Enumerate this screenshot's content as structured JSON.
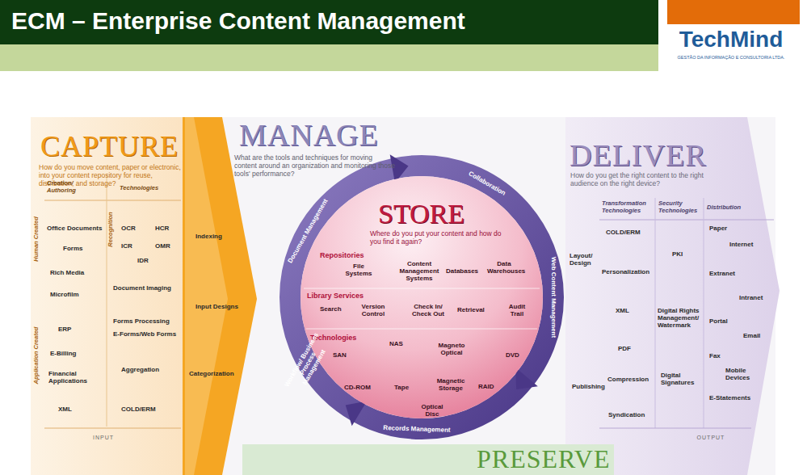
{
  "diagram": {
    "title": "ECM – Enterprise Content Management",
    "nodes": [
      {
        "text": [
          "CAPTURE",
          "How do you move content, paper or electronic, into your content repository for reuse, distribution, and storage?"
        ]
      },
      {
        "text": [
          "Creation/ Authoring",
          "Office Documents",
          "Forms",
          "Rich Media",
          "Microfilm",
          "ERP",
          "E-Billing",
          "Financial Applications",
          "XML"
        ],
        "in": 0
      },
      {
        "text": [
          "Technologies",
          "OCR",
          "HCR",
          "ICR",
          "OMR",
          "IDR",
          "Document Imaging",
          "Forms Processing",
          "E-Forms/Web Forms",
          "Aggregation",
          "COLD/ERM"
        ],
        "in": 0
      },
      {
        "text": [
          "Indexing",
          "Input Designs",
          "Categorization"
        ],
        "in": 0
      },
      {
        "text": [
          "MANAGE",
          "What are the tools and techniques for moving content around an organization and monitoring those tools' performance?"
        ]
      },
      {
        "text": [
          "STORE",
          "Where do you put your content and how do you find it again?"
        ]
      },
      {
        "text": [
          "Repositories",
          "File Systems",
          "Content Management Systems",
          "Databases",
          "Data Warehouses"
        ],
        "in": 5
      },
      {
        "text": [
          "Library Services",
          "Search",
          "Version Control",
          "Check In/ Check Out",
          "Retrieval",
          "Audit Trail"
        ],
        "in": 5
      },
      {
        "text": [
          "Technologies",
          "SAN",
          "NAS",
          "Magneto Optical",
          "DVD",
          "CD-ROM",
          "Tape",
          "Magnetic Storage",
          "RAID",
          "Optical Disc"
        ],
        "in": 5
      },
      {
        "text": [
          "DELIVER",
          "How do you get the right content to the right audience on the right device?"
        ]
      },
      {
        "text": [
          "Layout/ Design",
          "Publishing"
        ],
        "in": 9
      },
      {
        "text": [
          "Transformation Technologies",
          "COLD/ERM",
          "Personalization",
          "XML",
          "PDF",
          "Compression",
          "Syndication"
        ],
        "in": 9
      },
      {
        "text": [
          "Security Technologies",
          "PKI",
          "Digital Rights Management/ Watermark",
          "Digital Signatures"
        ],
        "in": 9
      },
      {
        "text": [
          "Distribution",
          "Paper",
          "Internet",
          "Extranet",
          "Intranet",
          "Portal",
          "Email",
          "Fax",
          "Mobile Devices",
          "E-Statements"
        ],
        "in": 9
      },
      {
        "text": [
          "PRESERVE"
        ]
      }
    ],
    "labels": [
      "TechMind",
      "GESTÃO DA INFORMAÇÃO E CONSULTORIA LTDA.",
      "Human Created",
      "Application Created",
      "Recognition",
      "INPUT",
      "OUTPUT",
      "Collaboration",
      "Web Content Management",
      "Records Management",
      "Workflow/ Business Process Management",
      "Document Management"
    ]
  }
}
